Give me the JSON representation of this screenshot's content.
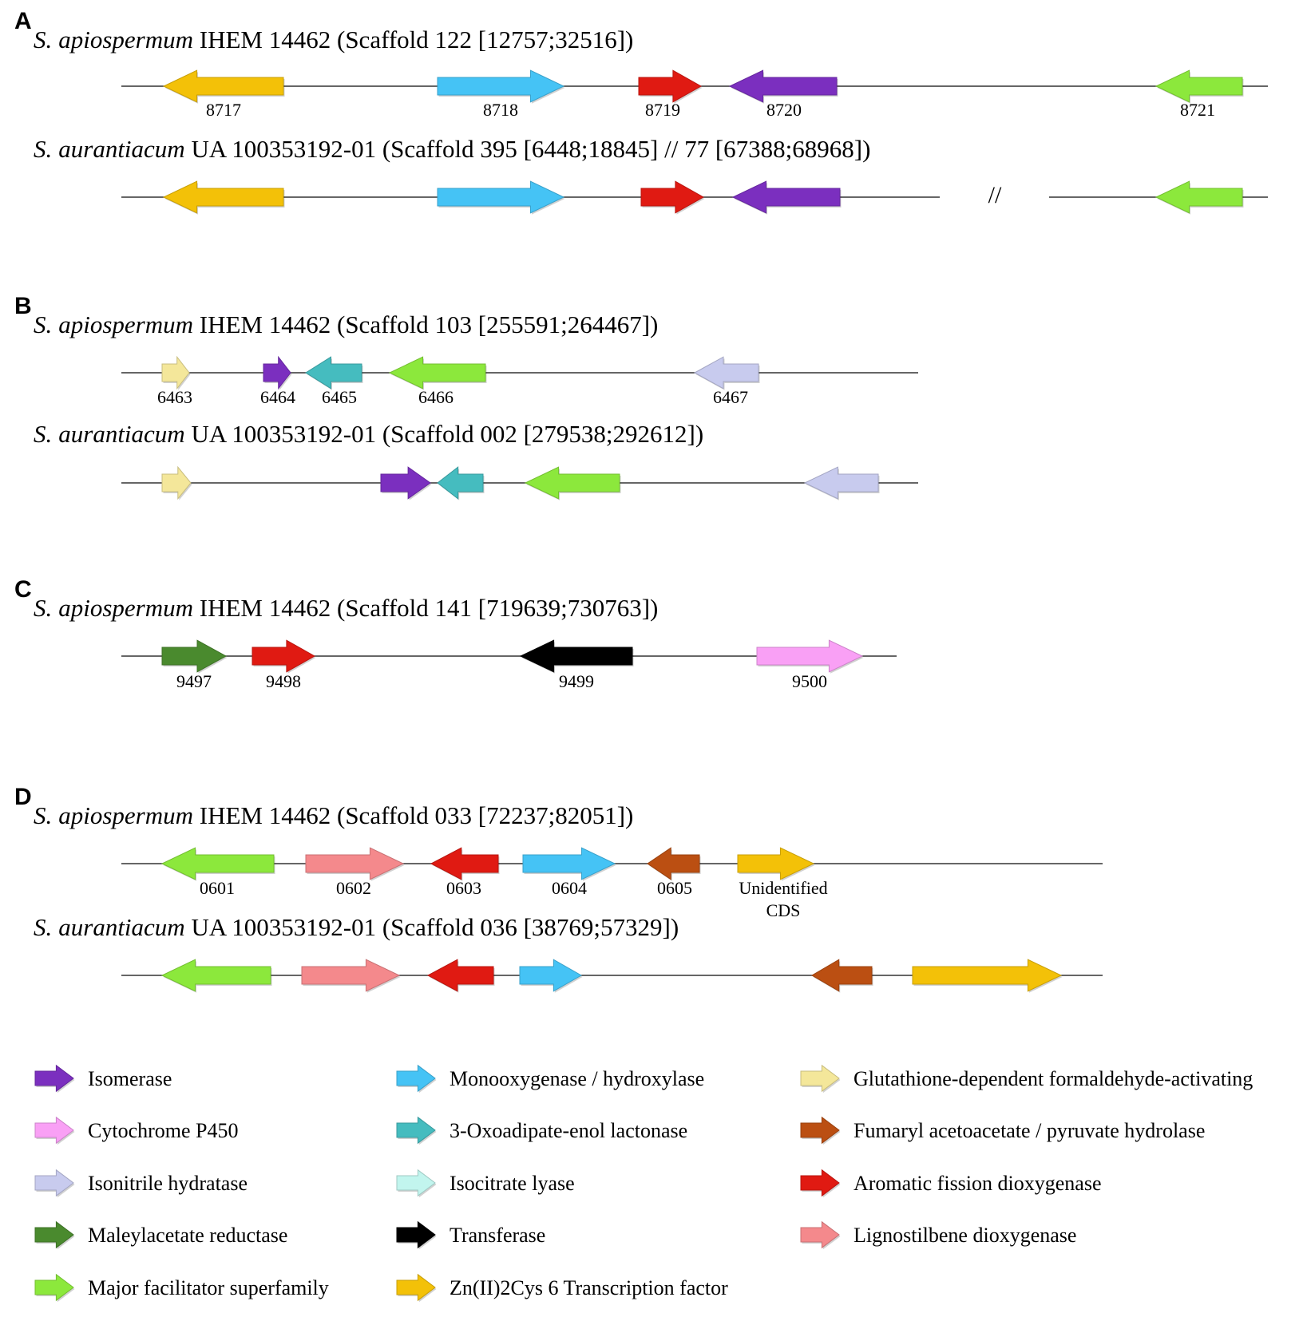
{
  "colors": {
    "isomerase": "#7b2fbf",
    "cyp450": "#f9a0f5",
    "isonitrile": "#c8cbee",
    "maleylacetate": "#4a8a2e",
    "mfs": "#8ce83c",
    "monooxygenase": "#45c3f5",
    "oxoadipate": "#45bcbf",
    "isocitrate": "#c2f5ee",
    "transferase": "#000000",
    "zn": "#f3c108",
    "glutathione": "#f4e79a",
    "fumaryl": "#bb4f12",
    "aromatic": "#e01a12",
    "lignostilbene": "#f4898c"
  },
  "panels": [
    {
      "letter": "A",
      "tracks": [
        {
          "species": "S.",
          "species2": "apiospermum",
          "rest": " IHEM 14462 (Scaffold 122 [12757;32516])",
          "genes": [
            {
              "label": "8717",
              "color": "zn",
              "dir": "left"
            },
            {
              "label": "8718",
              "color": "monooxygenase",
              "dir": "right"
            },
            {
              "label": "8719",
              "color": "aromatic",
              "dir": "right"
            },
            {
              "label": "8720",
              "color": "isomerase",
              "dir": "left"
            },
            {
              "label": "8721",
              "color": "mfs",
              "dir": "left"
            }
          ]
        },
        {
          "species": "S.",
          "species2": "aurantiacum",
          "rest": " UA 100353192-01 (Scaffold 395 [6448;18845] // 77 [67388;68968])",
          "break_mark": "//",
          "genes": [
            {
              "color": "zn",
              "dir": "left"
            },
            {
              "color": "monooxygenase",
              "dir": "right"
            },
            {
              "color": "aromatic",
              "dir": "right"
            },
            {
              "color": "isomerase",
              "dir": "left"
            },
            {
              "color": "mfs",
              "dir": "left"
            }
          ]
        }
      ]
    },
    {
      "letter": "B",
      "tracks": [
        {
          "species": "S.",
          "species2": "apiospermum",
          "rest": " IHEM 14462 (Scaffold 103 [255591;264467])",
          "genes": [
            {
              "label": "6463",
              "color": "glutathione",
              "dir": "right"
            },
            {
              "label": "6464",
              "color": "isomerase",
              "dir": "right"
            },
            {
              "label": "6465",
              "color": "oxoadipate",
              "dir": "left"
            },
            {
              "label": "6466",
              "color": "mfs",
              "dir": "left"
            },
            {
              "label": "6467",
              "color": "isonitrile",
              "dir": "left"
            }
          ]
        },
        {
          "species": "S.",
          "species2": "aurantiacum",
          "rest": " UA 100353192-01 (Scaffold 002 [279538;292612])",
          "genes": [
            {
              "color": "glutathione",
              "dir": "right"
            },
            {
              "color": "isomerase",
              "dir": "right"
            },
            {
              "color": "oxoadipate",
              "dir": "left"
            },
            {
              "color": "mfs",
              "dir": "left"
            },
            {
              "color": "isonitrile",
              "dir": "left"
            }
          ]
        }
      ]
    },
    {
      "letter": "C",
      "tracks": [
        {
          "species": "S.",
          "species2": "apiospermum",
          "rest": " IHEM 14462 (Scaffold 141 [719639;730763])",
          "genes": [
            {
              "label": "9497",
              "color": "maleylacetate",
              "dir": "right"
            },
            {
              "label": "9498",
              "color": "aromatic",
              "dir": "right"
            },
            {
              "label": "9499",
              "color": "transferase",
              "dir": "left"
            },
            {
              "label": "9500",
              "color": "cyp450",
              "dir": "right"
            }
          ]
        }
      ]
    },
    {
      "letter": "D",
      "tracks": [
        {
          "species": "S.",
          "species2": "apiospermum",
          "rest": " IHEM 14462 (Scaffold 033 [72237;82051])",
          "genes": [
            {
              "label": "0601",
              "color": "mfs",
              "dir": "left"
            },
            {
              "label": "0602",
              "color": "lignostilbene",
              "dir": "right"
            },
            {
              "label": "0603",
              "color": "aromatic",
              "dir": "left"
            },
            {
              "label": "0604",
              "color": "monooxygenase",
              "dir": "right"
            },
            {
              "label": "0605",
              "color": "fumaryl",
              "dir": "left"
            },
            {
              "label": "Unidentified",
              "label2": "CDS",
              "color": "zn",
              "dir": "right"
            }
          ]
        },
        {
          "species": "S.",
          "species2": "aurantiacum",
          "rest": " UA 100353192-01 (Scaffold 036 [38769;57329])",
          "genes": [
            {
              "color": "mfs",
              "dir": "left"
            },
            {
              "color": "lignostilbene",
              "dir": "right"
            },
            {
              "color": "aromatic",
              "dir": "left"
            },
            {
              "color": "monooxygenase",
              "dir": "right"
            },
            {
              "color": "fumaryl",
              "dir": "left"
            },
            {
              "color": "zn",
              "dir": "right"
            }
          ]
        }
      ]
    }
  ],
  "legend": [
    {
      "label": "Isomerase",
      "color": "isomerase"
    },
    {
      "label": "Cytochrome P450",
      "color": "cyp450"
    },
    {
      "label": "Isonitrile hydratase",
      "color": "isonitrile"
    },
    {
      "label": "Maleylacetate reductase",
      "color": "maleylacetate"
    },
    {
      "label": "Major facilitator superfamily",
      "color": "mfs"
    },
    {
      "label": "Monooxygenase / hydroxylase",
      "color": "monooxygenase"
    },
    {
      "label": "3-Oxoadipate-enol lactonase",
      "color": "oxoadipate"
    },
    {
      "label": "Isocitrate lyase",
      "color": "isocitrate"
    },
    {
      "label": "Transferase",
      "color": "transferase"
    },
    {
      "label": "Zn(II)2Cys 6 Transcription factor",
      "color": "zn"
    },
    {
      "label": "Glutathione-dependent formaldehyde-activating",
      "color": "glutathione"
    },
    {
      "label": "Fumaryl acetoacetate / pyruvate hydrolase",
      "color": "fumaryl"
    },
    {
      "label": "Aromatic fission dioxygenase",
      "color": "aromatic"
    },
    {
      "label": "Lignostilbene dioxygenase",
      "color": "lignostilbene"
    }
  ]
}
